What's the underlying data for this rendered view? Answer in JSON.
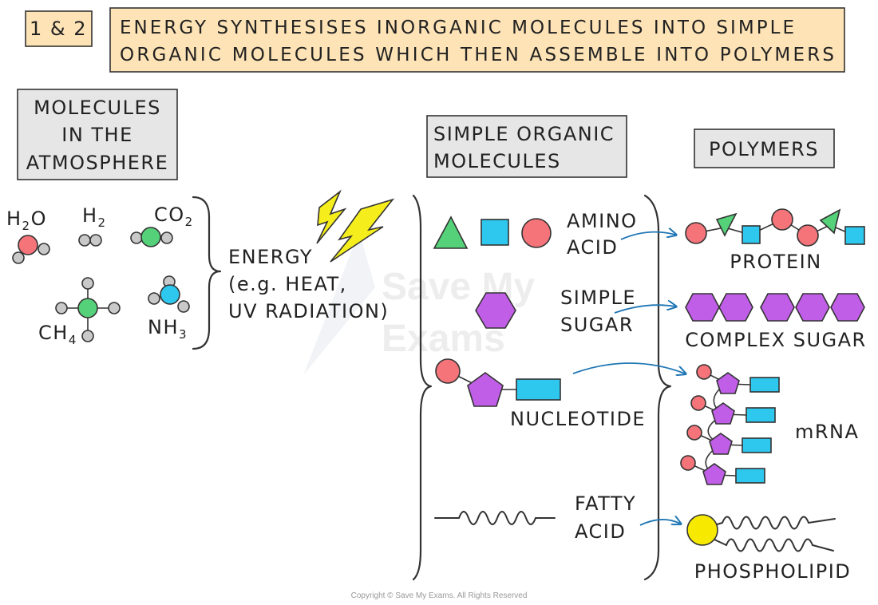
{
  "header": {
    "step": "1 & 2",
    "title_line1": "ENERGY SYNTHESISES INORGANIC MOLECULES INTO SIMPLE",
    "title_line2": "ORGANIC MOLECULES WHICH THEN ASSEMBLE INTO POLYMERS"
  },
  "columns": {
    "atmosphere": {
      "line1": "MOLECULES",
      "line2": "IN THE",
      "line3": "ATMOSPHERE"
    },
    "simple_organic": {
      "line1": "SIMPLE ORGANIC",
      "line2": "MOLECULES"
    },
    "polymers": {
      "label": "POLYMERS"
    }
  },
  "inorganic": {
    "water": {
      "base": "H",
      "sub": "2",
      "tail": "O"
    },
    "hydrogen": {
      "base": "H",
      "sub": "2"
    },
    "carbon_dioxide": {
      "base": "CO",
      "sub": "2"
    },
    "methane": {
      "base": "CH",
      "sub": "4"
    },
    "ammonia": {
      "base": "NH",
      "sub": "3"
    }
  },
  "energy": {
    "line1": "ENERGY",
    "line2": "(e.g. HEAT,",
    "line3": "UV RADIATION)"
  },
  "monomers": {
    "amino_acid": {
      "line1": "AMINO",
      "line2": "ACID"
    },
    "simple_sugar": {
      "line1": "SIMPLE",
      "line2": "SUGAR"
    },
    "nucleotide": {
      "label": "NUCLEOTIDE"
    },
    "fatty_acid": {
      "line1": "FATTY",
      "line2": "ACID"
    }
  },
  "polymer_labels": {
    "protein": "PROTEIN",
    "complex_sugar": "COMPLEX SUGAR",
    "mrna": "mRNA",
    "phospholipid": "PHOSPHOLIPID"
  },
  "footer": {
    "copyright": "Copyright © Save My Exams. All Rights Reserved"
  },
  "watermark": {
    "line1": "Save My",
    "line2": "Exams"
  },
  "colors": {
    "header_fill": "#fde3b6",
    "label_box_fill": "#e6e6e6",
    "red": "#f4747a",
    "green": "#55d17a",
    "blue": "#2ec7ee",
    "purple": "#c15ee8",
    "grey_atom": "#c9c9c9",
    "lightning": "#f5ee1c",
    "phosphate": "#f7ea00",
    "arrow": "#1f76b4"
  }
}
